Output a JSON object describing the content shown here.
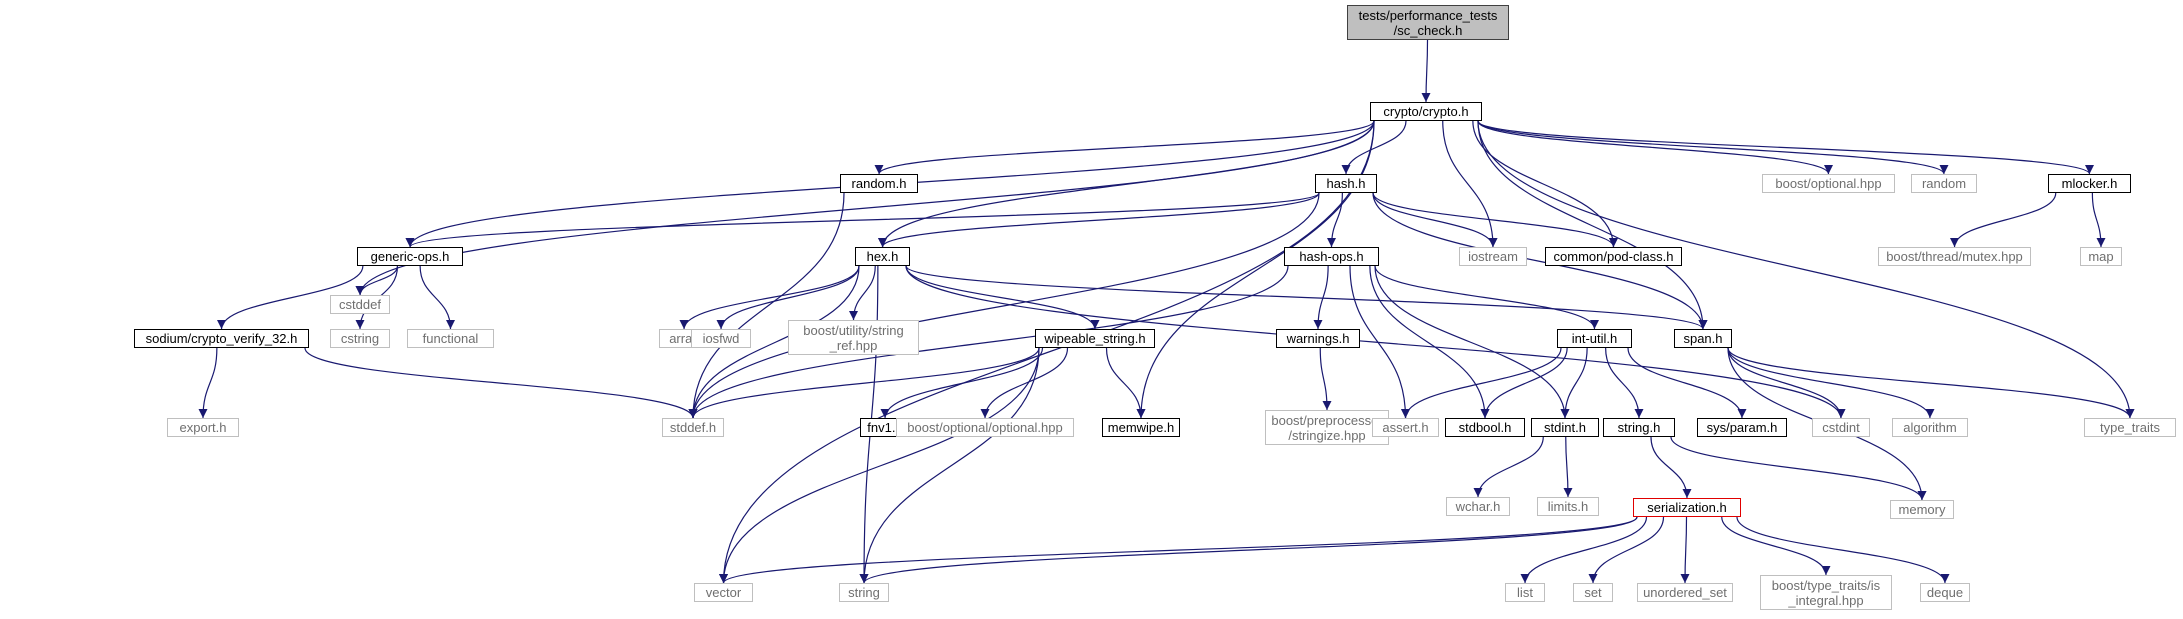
{
  "graph": {
    "edge_color": "#191970",
    "nodes": [
      {
        "id": "sc_check",
        "label": "tests/performance_tests\n/sc_check.h",
        "kind": "root"
      },
      {
        "id": "crypto",
        "label": "crypto/crypto.h",
        "kind": "doc"
      },
      {
        "id": "random_h",
        "label": "random.h",
        "kind": "doc"
      },
      {
        "id": "hash",
        "label": "hash.h",
        "kind": "doc"
      },
      {
        "id": "boost_optional",
        "label": "boost/optional.hpp",
        "kind": "sys"
      },
      {
        "id": "random_std",
        "label": "random",
        "kind": "sys"
      },
      {
        "id": "mlocker",
        "label": "mlocker.h",
        "kind": "doc"
      },
      {
        "id": "generic_ops",
        "label": "generic-ops.h",
        "kind": "doc"
      },
      {
        "id": "hex",
        "label": "hex.h",
        "kind": "doc"
      },
      {
        "id": "hash_ops",
        "label": "hash-ops.h",
        "kind": "doc"
      },
      {
        "id": "iostream",
        "label": "iostream",
        "kind": "sys"
      },
      {
        "id": "pod_class",
        "label": "common/pod-class.h",
        "kind": "doc"
      },
      {
        "id": "boost_mutex",
        "label": "boost/thread/mutex.hpp",
        "kind": "sys"
      },
      {
        "id": "map",
        "label": "map",
        "kind": "sys"
      },
      {
        "id": "cstddef",
        "label": "cstddef",
        "kind": "sys"
      },
      {
        "id": "sodium",
        "label": "sodium/crypto_verify_32.h",
        "kind": "doc"
      },
      {
        "id": "cstring",
        "label": "cstring",
        "kind": "sys"
      },
      {
        "id": "functional",
        "label": "functional",
        "kind": "sys"
      },
      {
        "id": "array",
        "label": "array",
        "kind": "sys"
      },
      {
        "id": "iosfwd",
        "label": "iosfwd",
        "kind": "sys"
      },
      {
        "id": "boost_string_ref",
        "label": "boost/utility/string\n_ref.hpp",
        "kind": "sys"
      },
      {
        "id": "wipeable",
        "label": "wipeable_string.h",
        "kind": "doc"
      },
      {
        "id": "warnings",
        "label": "warnings.h",
        "kind": "doc"
      },
      {
        "id": "int_util",
        "label": "int-util.h",
        "kind": "doc"
      },
      {
        "id": "span",
        "label": "span.h",
        "kind": "doc"
      },
      {
        "id": "export",
        "label": "export.h",
        "kind": "sys"
      },
      {
        "id": "stddef",
        "label": "stddef.h",
        "kind": "sys"
      },
      {
        "id": "fnv1",
        "label": "fnv1.h",
        "kind": "doc"
      },
      {
        "id": "boost_opt_opt",
        "label": "boost/optional/optional.hpp",
        "kind": "sys"
      },
      {
        "id": "memwipe",
        "label": "memwipe.h",
        "kind": "doc"
      },
      {
        "id": "boost_stringize",
        "label": "boost/preprocessor\n/stringize.hpp",
        "kind": "sys"
      },
      {
        "id": "assert",
        "label": "assert.h",
        "kind": "sys"
      },
      {
        "id": "stdbool",
        "label": "stdbool.h",
        "kind": "doc"
      },
      {
        "id": "stdint",
        "label": "stdint.h",
        "kind": "doc"
      },
      {
        "id": "string_h",
        "label": "string.h",
        "kind": "doc"
      },
      {
        "id": "sys_param",
        "label": "sys/param.h",
        "kind": "doc"
      },
      {
        "id": "cstdint",
        "label": "cstdint",
        "kind": "sys"
      },
      {
        "id": "algorithm",
        "label": "algorithm",
        "kind": "sys"
      },
      {
        "id": "type_traits",
        "label": "type_traits",
        "kind": "sys"
      },
      {
        "id": "wchar",
        "label": "wchar.h",
        "kind": "sys"
      },
      {
        "id": "limits",
        "label": "limits.h",
        "kind": "sys"
      },
      {
        "id": "memory",
        "label": "memory",
        "kind": "sys"
      },
      {
        "id": "serialization",
        "label": "serialization.h",
        "kind": "red"
      },
      {
        "id": "vector",
        "label": "vector",
        "kind": "sys"
      },
      {
        "id": "string",
        "label": "string",
        "kind": "sys"
      },
      {
        "id": "list",
        "label": "list",
        "kind": "sys"
      },
      {
        "id": "set",
        "label": "set",
        "kind": "sys"
      },
      {
        "id": "unordered_set",
        "label": "unordered_set",
        "kind": "sys"
      },
      {
        "id": "boost_is_integral",
        "label": "boost/type_traits/is\n_integral.hpp",
        "kind": "sys"
      },
      {
        "id": "deque",
        "label": "deque",
        "kind": "sys"
      }
    ],
    "edges": [
      [
        "sc_check",
        "crypto"
      ],
      [
        "crypto",
        "random_h"
      ],
      [
        "crypto",
        "hash"
      ],
      [
        "crypto",
        "boost_optional"
      ],
      [
        "crypto",
        "random_std"
      ],
      [
        "crypto",
        "mlocker"
      ],
      [
        "crypto",
        "generic_ops"
      ],
      [
        "crypto",
        "hex"
      ],
      [
        "crypto",
        "iostream"
      ],
      [
        "crypto",
        "pod_class"
      ],
      [
        "crypto",
        "cstddef"
      ],
      [
        "crypto",
        "memwipe"
      ],
      [
        "crypto",
        "span"
      ],
      [
        "crypto",
        "type_traits"
      ],
      [
        "crypto",
        "vector"
      ],
      [
        "random_h",
        "stddef"
      ],
      [
        "hash",
        "generic_ops"
      ],
      [
        "hash",
        "hex"
      ],
      [
        "hash",
        "hash_ops"
      ],
      [
        "hash",
        "iostream"
      ],
      [
        "hash",
        "pod_class"
      ],
      [
        "hash",
        "span"
      ],
      [
        "hash",
        "stddef"
      ],
      [
        "mlocker",
        "boost_mutex"
      ],
      [
        "mlocker",
        "map"
      ],
      [
        "generic_ops",
        "cstddef"
      ],
      [
        "generic_ops",
        "sodium"
      ],
      [
        "generic_ops",
        "cstring"
      ],
      [
        "generic_ops",
        "functional"
      ],
      [
        "sodium",
        "export"
      ],
      [
        "sodium",
        "stddef"
      ],
      [
        "hex",
        "array"
      ],
      [
        "hex",
        "iosfwd"
      ],
      [
        "hex",
        "boost_string_ref"
      ],
      [
        "hex",
        "wipeable"
      ],
      [
        "hex",
        "span"
      ],
      [
        "hex",
        "cstdint"
      ],
      [
        "hex",
        "stddef"
      ],
      [
        "hex",
        "string"
      ],
      [
        "hash_ops",
        "warnings"
      ],
      [
        "hash_ops",
        "int_util"
      ],
      [
        "hash_ops",
        "assert"
      ],
      [
        "hash_ops",
        "stdbool"
      ],
      [
        "hash_ops",
        "stdint"
      ],
      [
        "hash_ops",
        "stddef"
      ],
      [
        "warnings",
        "boost_stringize"
      ],
      [
        "int_util",
        "assert"
      ],
      [
        "int_util",
        "stdbool"
      ],
      [
        "int_util",
        "stdint"
      ],
      [
        "int_util",
        "string_h"
      ],
      [
        "int_util",
        "sys_param"
      ],
      [
        "wipeable",
        "stddef"
      ],
      [
        "wipeable",
        "fnv1"
      ],
      [
        "wipeable",
        "boost_opt_opt"
      ],
      [
        "wipeable",
        "memwipe"
      ],
      [
        "wipeable",
        "vector"
      ],
      [
        "wipeable",
        "string"
      ],
      [
        "span",
        "cstdint"
      ],
      [
        "span",
        "algorithm"
      ],
      [
        "span",
        "memory"
      ],
      [
        "span",
        "type_traits"
      ],
      [
        "stdint",
        "wchar"
      ],
      [
        "stdint",
        "limits"
      ],
      [
        "string_h",
        "serialization"
      ],
      [
        "string_h",
        "memory"
      ],
      [
        "serialization",
        "vector"
      ],
      [
        "serialization",
        "string"
      ],
      [
        "serialization",
        "list"
      ],
      [
        "serialization",
        "set"
      ],
      [
        "serialization",
        "unordered_set"
      ],
      [
        "serialization",
        "boost_is_integral"
      ],
      [
        "serialization",
        "deque"
      ]
    ]
  }
}
